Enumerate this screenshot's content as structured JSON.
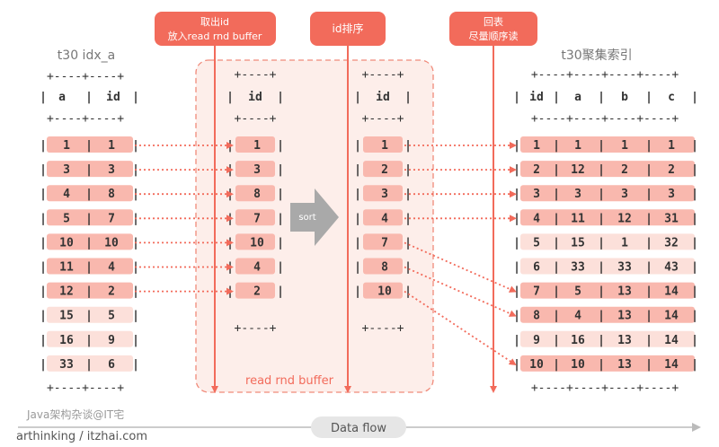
{
  "colors": {
    "accent": "#f26b5b",
    "row_dark": "#f9b8ae",
    "row_light": "#fce0da",
    "buffer_fill": "#fdeeea",
    "buffer_border": "#f08a7a",
    "text": "#333333",
    "label_gray": "#777777",
    "dataflow_gray": "#bbbbbb"
  },
  "callouts": {
    "take_id": [
      "取出id",
      "放入read rnd buffer"
    ],
    "sort_id": "id排序",
    "back_table": [
      "回表",
      "尽量顺序读"
    ]
  },
  "labels": {
    "left_table_title": "t30 idx_a",
    "right_table_title": "t30聚集索引",
    "buffer_label": "read rnd buffer",
    "sort_label": "sort",
    "dataflow_label": "Data flow",
    "watermark": "Java架构杂谈@IT宅",
    "site": "arthinking / itzhai.com"
  },
  "table_border": "+----+----+",
  "table_border_single": "+----+",
  "table_border_wide": "+----+----+----+----+",
  "index_table": {
    "columns": [
      "a",
      "id"
    ],
    "rows": [
      [
        "1",
        "1"
      ],
      [
        "3",
        "3"
      ],
      [
        "4",
        "8"
      ],
      [
        "5",
        "7"
      ],
      [
        "10",
        "10"
      ],
      [
        "11",
        "4"
      ],
      [
        "12",
        "2"
      ],
      [
        "15",
        "5"
      ],
      [
        "16",
        "9"
      ],
      [
        "33",
        "6"
      ]
    ],
    "selected_rows": 7
  },
  "buffer_ids": {
    "column": "id",
    "unsorted": [
      "1",
      "3",
      "8",
      "7",
      "10",
      "4",
      "2"
    ],
    "sorted": [
      "1",
      "2",
      "3",
      "4",
      "7",
      "8",
      "10"
    ]
  },
  "clustered_table": {
    "columns": [
      "id",
      "a",
      "b",
      "c"
    ],
    "rows": [
      [
        "1",
        "1",
        "1",
        "1"
      ],
      [
        "2",
        "12",
        "2",
        "2"
      ],
      [
        "3",
        "3",
        "3",
        "3"
      ],
      [
        "4",
        "11",
        "12",
        "31"
      ],
      [
        "5",
        "15",
        "1",
        "32"
      ],
      [
        "6",
        "33",
        "33",
        "43"
      ],
      [
        "7",
        "5",
        "13",
        "14"
      ],
      [
        "8",
        "4",
        "13",
        "14"
      ],
      [
        "9",
        "16",
        "13",
        "14"
      ],
      [
        "10",
        "10",
        "13",
        "14"
      ]
    ],
    "highlighted_ids": [
      "1",
      "2",
      "3",
      "4",
      "7",
      "8",
      "10"
    ]
  }
}
